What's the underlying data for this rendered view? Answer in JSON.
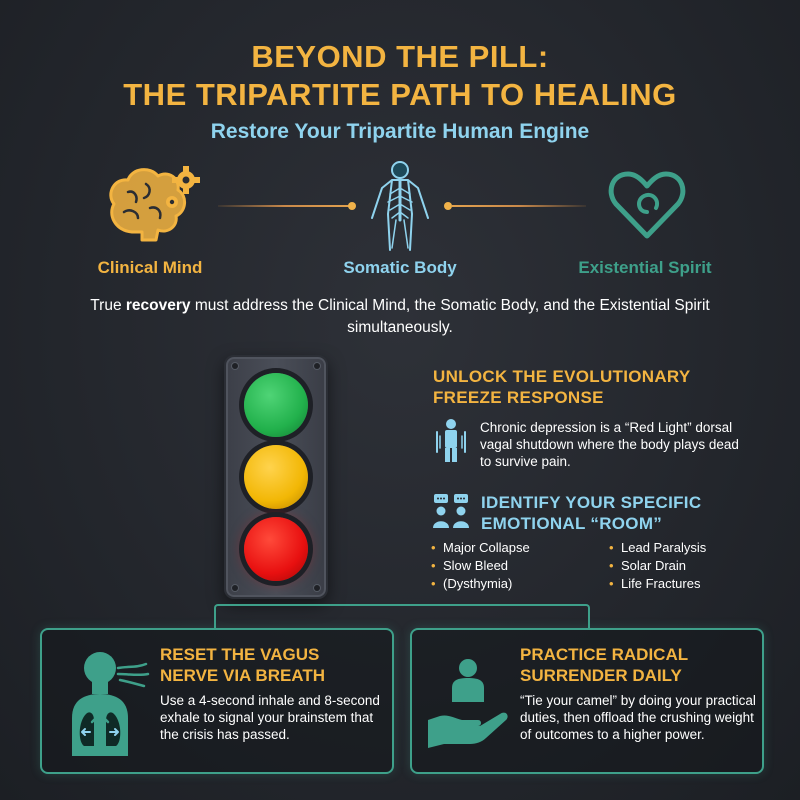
{
  "header": {
    "title_line1": "BEYOND THE PILL:",
    "title_line2": "THE TRIPARTITE PATH TO HEALING",
    "subtitle": "Restore Your Tripartite Human Engine"
  },
  "pillars": [
    {
      "label": "Clinical Mind",
      "icon": "brain-gears-icon",
      "color": "#f3b441"
    },
    {
      "label": "Somatic Body",
      "icon": "human-nervous-system-icon",
      "color": "#8fd3ee"
    },
    {
      "label": "Existential Spirit",
      "icon": "heart-spiral-icon",
      "color": "#3ea08a"
    }
  ],
  "intro": {
    "before": "True ",
    "bold": "recovery",
    "after": " must address the Clinical Mind, the Somatic Body, and the Existential Spirit simultaneously."
  },
  "traffic_light": {
    "lamps": [
      {
        "name": "green-lamp",
        "color": "#22b14c"
      },
      {
        "name": "yellow-lamp",
        "color": "#f2b705"
      },
      {
        "name": "red-lamp",
        "color": "#e81010"
      }
    ]
  },
  "freeze": {
    "title_line1": "UNLOCK THE EVOLUTIONARY",
    "title_line2": "FREEZE RESPONSE",
    "text": "Chronic depression is a “Red Light” dorsal vagal shutdown where the body plays dead to survive pain."
  },
  "room": {
    "title_line1": "IDENTIFY YOUR SPECIFIC",
    "title_line2": "EMOTIONAL “ROOM”",
    "bullets_left": [
      "Major Collapse",
      "Slow Bleed",
      "(Dysthymia)"
    ],
    "bullets_right": [
      "Lead Paralysis",
      "Solar Drain",
      "Life Fractures"
    ]
  },
  "cards": {
    "vagus": {
      "title_line1": "RESET THE VAGUS",
      "title_line2": "NERVE VIA BREATH",
      "text": "Use a 4-second inhale and 8-second exhale to signal your brainstem that the crisis has passed."
    },
    "surrender": {
      "title_line1": "PRACTICE RADICAL",
      "title_line2": "SURRENDER DAILY",
      "text": "“Tie your camel” by doing your practical duties, then offload the crushing weight of outcomes to a higher power."
    }
  },
  "colors": {
    "gold": "#f3b441",
    "cyan": "#8fd3ee",
    "teal": "#3ea08a",
    "background": "#26292f"
  }
}
